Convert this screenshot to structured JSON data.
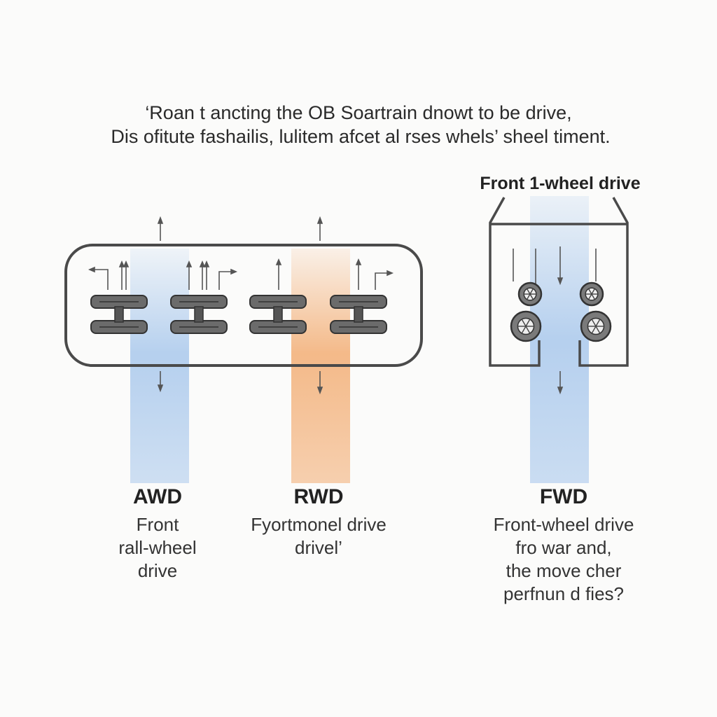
{
  "intro": {
    "line1": "‘Roan t ancting the OB Soartrain dnowt to be drive,",
    "line2": "Dis ofitute fashailis, lulitem afcet al rses whels’ sheel timent."
  },
  "fwd_diagram_title": "Front 1-wheel drive",
  "labels": {
    "awd": {
      "heading": "AWD",
      "lines": [
        "Front",
        "rall-wheel",
        "drive"
      ]
    },
    "rwd": {
      "heading": "RWD",
      "lines": [
        "Fyortmonel drive",
        "drivel’"
      ]
    },
    "fwd": {
      "heading": "FWD",
      "lines": [
        "Front-wheel drive",
        "fro war and,",
        "the move cher",
        "perfnun d fies?"
      ]
    }
  },
  "colors": {
    "background": "#fbfbfa",
    "awd_band": "#a9c8ec",
    "rwd_band": "#f3b27c",
    "fwd_band": "#a9c8ec",
    "outline": "#4a4a4a",
    "wheel": "#6b6b6b"
  }
}
